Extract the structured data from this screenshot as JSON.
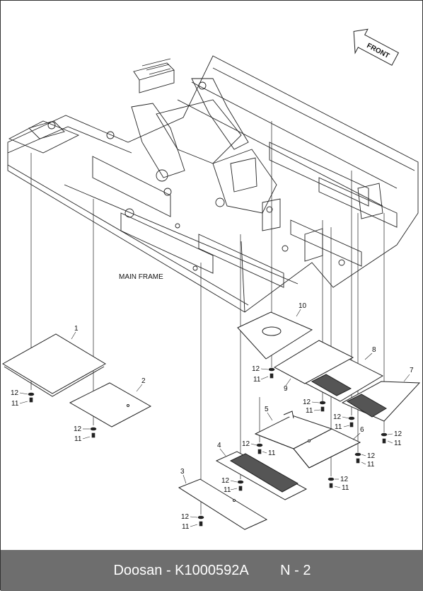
{
  "diagram": {
    "main_frame_label": "MAIN FRAME",
    "front_label": "FRONT",
    "part_numbers": [
      "1",
      "2",
      "3",
      "4",
      "5",
      "6",
      "7",
      "8",
      "9",
      "10"
    ],
    "bolt_label": "11",
    "washer_label": "12"
  },
  "footer": {
    "text": "Doosan - K1000592A",
    "page": "N - 2"
  },
  "colors": {
    "line": "#222222",
    "footer_bg": "#6e6e6e",
    "footer_text": "#ffffff"
  }
}
